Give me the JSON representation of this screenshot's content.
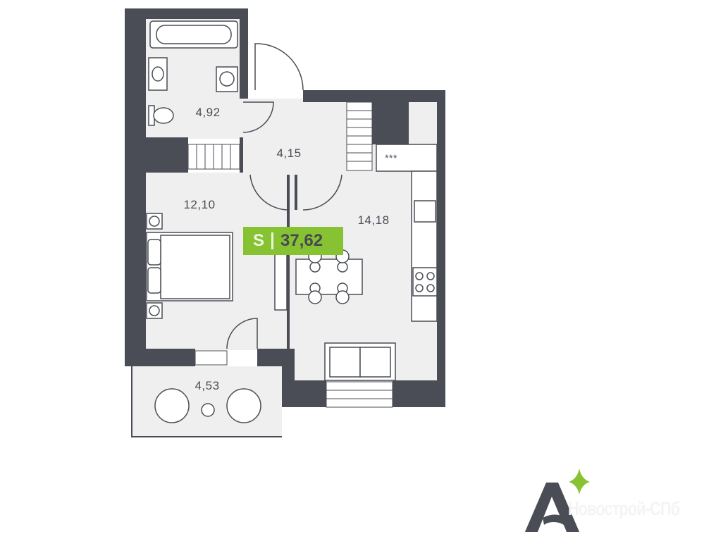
{
  "rooms": {
    "bathroom": "4,92",
    "hall": "4,15",
    "bedroom": "12,10",
    "kitchen": "14,18",
    "balcony": "4,53"
  },
  "total_area": {
    "prefix": "S",
    "value": "37,62"
  },
  "kitchen_hood_label": "***",
  "watermark": "Новострой-СПб",
  "colors": {
    "wall": "#4a4d55",
    "floor": "#efefef",
    "accent": "#86c232"
  }
}
